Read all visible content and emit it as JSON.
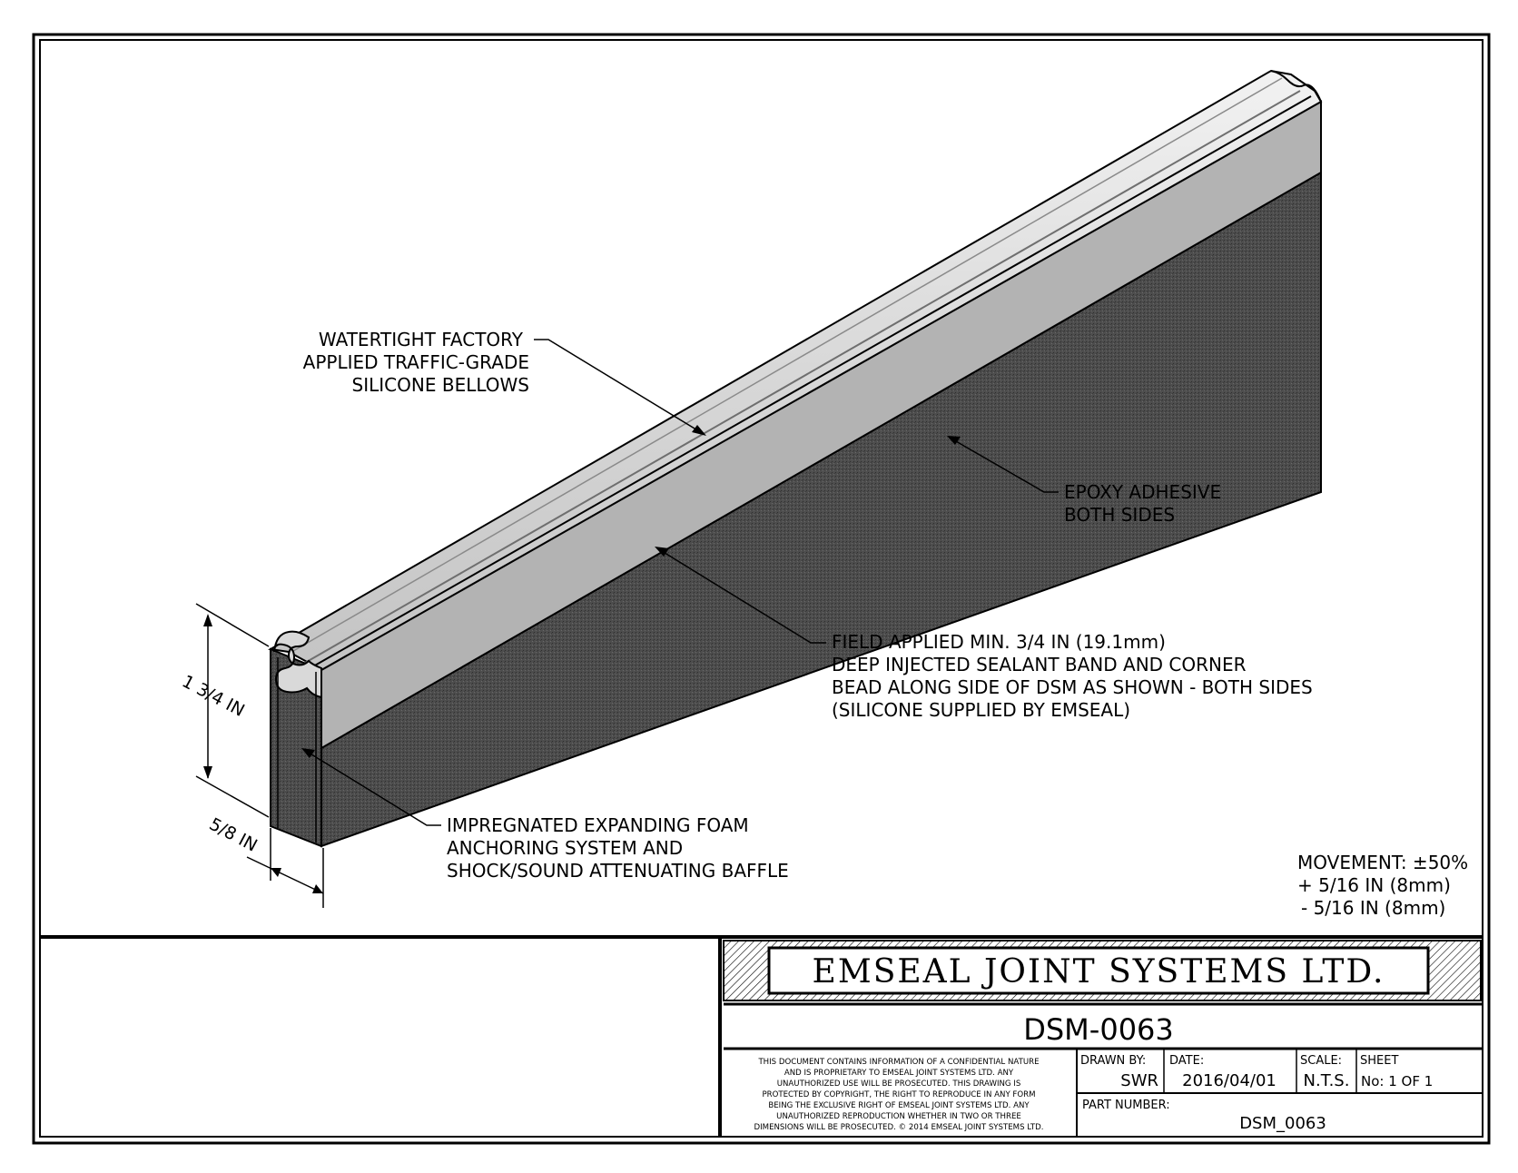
{
  "callouts": {
    "bellows": [
      "WATERTIGHT FACTORY",
      "APPLIED TRAFFIC-GRADE",
      "SILICONE BELLOWS"
    ],
    "epoxy": [
      "EPOXY ADHESIVE",
      "BOTH SIDES"
    ],
    "sealant": [
      "FIELD APPLIED MIN. 3/4 IN (19.1mm)",
      "DEEP INJECTED SEALANT BAND AND CORNER",
      "BEAD ALONG SIDE OF DSM AS SHOWN - BOTH SIDES",
      "(SILICONE SUPPLIED BY EMSEAL)"
    ],
    "foam": [
      "IMPREGNATED EXPANDING FOAM",
      "ANCHORING SYSTEM AND",
      "SHOCK/SOUND ATTENUATING BAFFLE"
    ]
  },
  "dimensions": {
    "height": "1 3/4 IN",
    "width": "5/8 IN"
  },
  "movement": [
    "MOVEMENT: ±50%",
    "+ 5/16 IN (8mm)",
    "- 5/16 IN (8mm)"
  ],
  "title_block": {
    "company": "EMSEAL  JOINT  SYSTEMS  LTD.",
    "drawing_number": "DSM-0063",
    "notice": [
      "THIS DOCUMENT CONTAINS INFORMATION OF A CONFIDENTIAL NATURE",
      "AND IS PROPRIETARY TO EMSEAL JOINT SYSTEMS LTD. ANY",
      "UNAUTHORIZED USE WILL BE PROSECUTED. THIS DRAWING IS",
      "PROTECTED BY COPYRIGHT, THE RIGHT TO REPRODUCE IN ANY FORM",
      "BEING THE EXCLUSIVE RIGHT OF EMSEAL JOINT SYSTEMS LTD. ANY",
      "UNAUTHORIZED REPRODUCTION WHETHER IN TWO OR THREE",
      "DIMENSIONS WILL BE PROSECUTED. © 2014 EMSEAL JOINT SYSTEMS LTD."
    ],
    "drawn_by_label": "DRAWN BY:",
    "drawn_by": "SWR",
    "date_label": "DATE:",
    "date": "2016/04/01",
    "scale_label": "SCALE:",
    "scale": "N.T.S.",
    "sheet_label": "SHEET",
    "sheet": "No:  1  OF   1",
    "part_number_label": "PART NUMBER:",
    "part_number": "DSM_0063"
  }
}
